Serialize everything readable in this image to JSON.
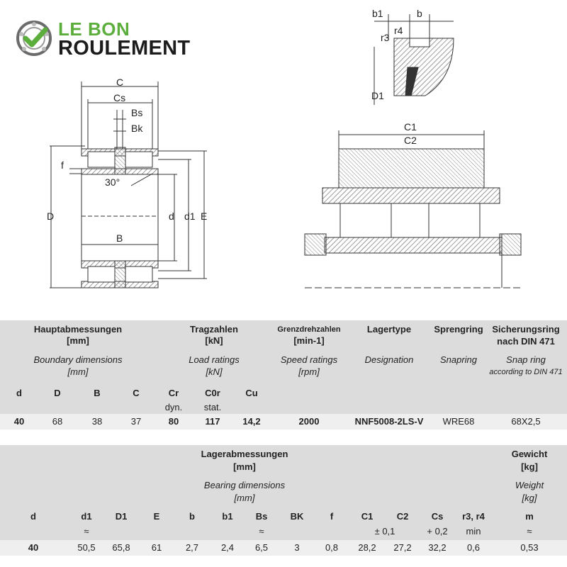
{
  "logo": {
    "line1": "LE BON",
    "line2": "ROULEMENT"
  },
  "drawing_labels": {
    "C": "C",
    "Cs": "Cs",
    "Bs": "Bs",
    "Bk": "Bk",
    "f": "f",
    "angle": "30°",
    "D": "D",
    "B": "B",
    "d": "d",
    "d1": "d1",
    "E": "E",
    "b1": "b1",
    "b": "b",
    "r4": "r4",
    "r3": "r3",
    "D1": "D1",
    "C1": "C1",
    "C2": "C2"
  },
  "table1": {
    "groups": [
      {
        "de": "Hauptabmessungen",
        "unit_de": "[mm]",
        "en": "Boundary dimensions",
        "unit_en": "[mm]"
      },
      {
        "de": "Tragzahlen",
        "unit_de": "[kN]",
        "en": "Load ratings",
        "unit_en": "[kN]"
      },
      {
        "de": "Grenzdrehzahlen",
        "unit_de": "[min-1]",
        "en": "Speed ratings",
        "unit_en": "[rpm]"
      },
      {
        "de": "Lagertype",
        "en": "Designation"
      },
      {
        "de": "Sprengring",
        "en": "Snapring"
      },
      {
        "de": "Sicherungsring nach DIN 471",
        "en": "Snap ring",
        "en2": "according to DIN 471"
      }
    ],
    "columns": [
      "d",
      "D",
      "B",
      "C",
      "Cr",
      "C0r",
      "Cu"
    ],
    "column_notes": {
      "Cr": "dyn.",
      "C0r": "stat."
    },
    "row": [
      "40",
      "68",
      "38",
      "37",
      "80",
      "117",
      "14,2",
      "2000",
      "NNF5008-2LS-V",
      "WRE68",
      "68X2,5"
    ]
  },
  "table2": {
    "group": {
      "de": "Lagerabmessungen",
      "unit_de": "[mm]",
      "en": "Bearing dimensions",
      "unit_en": "[mm]"
    },
    "weight": {
      "de": "Gewicht",
      "unit_de": "[kg]",
      "en": "Weight",
      "unit_en": "[kg]"
    },
    "columns": [
      "d",
      "d1",
      "D1",
      "E",
      "b",
      "b1",
      "Bs",
      "BK",
      "f",
      "C1",
      "C2",
      "Cs",
      "r3, r4",
      "m"
    ],
    "notes": {
      "d1": "≈",
      "Bs": "≈",
      "C1": "± 0,1",
      "Cs": "+ 0,2",
      "r3r4": "min",
      "m": "≈"
    },
    "row": [
      "40",
      "50,5",
      "65,8",
      "61",
      "2,7",
      "2,4",
      "6,5",
      "3",
      "0,8",
      "28,2",
      "27,2",
      "32,2",
      "0,6",
      "0,53"
    ]
  },
  "colors": {
    "brand_green": "#5cae3c",
    "header_bg": "#dcdcdc",
    "row_bg": "#efefef"
  }
}
